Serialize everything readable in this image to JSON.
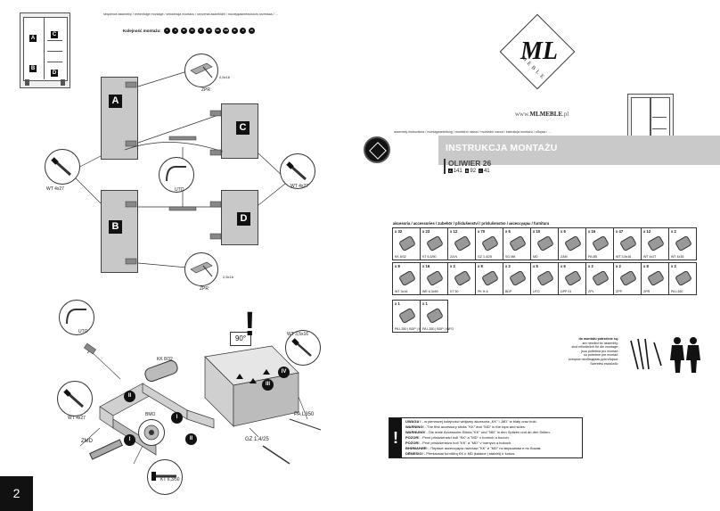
{
  "left_page": {
    "page_number": "2",
    "header_languages": "sequence assembly / reihenfolge montage / sekwencja montazu / secvența asamblării / последовательность монтажа / ... ",
    "header_sequence_label": "Kolejność montażu:",
    "sequence_steps": [
      "1",
      "II",
      "III",
      "IV",
      "V",
      "VI",
      "VII",
      "VIII",
      "IX",
      "X",
      "XI"
    ],
    "cabinet_letters": [
      "A",
      "C",
      "B",
      "D"
    ],
    "panel_labels": {
      "a": "A",
      "b": "B",
      "c": "C",
      "d": "D"
    },
    "callouts": {
      "zpr_top": "ZPR",
      "zpr_top_code": "2,5x16",
      "wt_left": "WT 4x27",
      "wt_right": "WT 4x27",
      "uto": "UTO",
      "zpr_bottom": "ZPR",
      "zpr_bottom_code": "2,5x16",
      "uto2": "UTO",
      "kk": "KK 8/32",
      "wt_lower": "WT 4x27",
      "bmo": "BMO",
      "zmd": "ZMD",
      "kt": "KT 6,3/50",
      "gz": "GZ 1,4/25",
      "pa": "PA L350",
      "wt_screw": "WT 3,5x16",
      "angle": "90°",
      "warning_mark": "!"
    },
    "roman_steps": [
      "II",
      "II",
      "I",
      "I",
      "III",
      "IV"
    ]
  },
  "right_page": {
    "brand_letters": "ML",
    "brand_word": "MEBLE",
    "website_prefix": "www.",
    "website_bold": "MLMEBLE",
    "website_suffix": ".pl",
    "language_line": "assembly instructions / montageanleitung / montážní návod / montažni navod / instrukcja montażu / сборка / ...",
    "title": "INSTRUKCJA MONTAŻU",
    "product_name": "OLIWIER 26",
    "product_codes": [
      {
        "badge": "A",
        "value": "141"
      },
      {
        "badge": "B",
        "value": "92"
      },
      {
        "badge": "C",
        "value": "41"
      }
    ],
    "accessories_header": "akcesoria / accessories / zubehör / příslušenství / príslušenstvo / аксессуары / furnitura",
    "accessories_row1": [
      {
        "qty": "x 32",
        "code": "KK 8/32"
      },
      {
        "qty": "x 23",
        "code": "KT 6,3/50"
      },
      {
        "qty": "x 12",
        "code": "ZA N"
      },
      {
        "qty": "x 70",
        "code": "GZ 1,4/25"
      },
      {
        "qty": "x 6",
        "code": "SG M8"
      },
      {
        "qty": "x 10",
        "code": "MD"
      },
      {
        "qty": "x 6",
        "code": "ZAM"
      },
      {
        "qty": "x 16",
        "code": "PA Ø5"
      },
      {
        "qty": "x 47",
        "code": "WT 3,5x16"
      },
      {
        "qty": "x 12",
        "code": "WT 4x27"
      },
      {
        "qty": "x 2",
        "code": "WT 4x35"
      }
    ],
    "accessories_row2": [
      {
        "qty": "x 8",
        "code": "WT 3x16"
      },
      {
        "qty": "x 16",
        "code": "WE 6,3x50"
      },
      {
        "qty": "x 2",
        "code": "KT 50"
      },
      {
        "qty": "x 8",
        "code": "PK H-6"
      },
      {
        "qty": "x 2",
        "code": "BDP"
      },
      {
        "qty": "x 5",
        "code": "UTO"
      },
      {
        "qty": "x 6",
        "code": "DPP 01"
      },
      {
        "qty": "x 2",
        "code": "ZPL"
      },
      {
        "qty": "x 2",
        "code": "ZPP"
      },
      {
        "qty": "x 8",
        "code": "ZPR"
      },
      {
        "qty": "x 2",
        "code": "PA L350"
      }
    ],
    "accessories_row3": [
      {
        "qty": "x 1",
        "code": "PA L350 | BDP | INFO"
      },
      {
        "qty": "x 1",
        "code": "PA L350 | BDP | INFO"
      }
    ],
    "tools_text": [
      "do montażu potrzebne są:",
      "are needed for assembly:",
      "sind erforderlich für die montage:",
      "jsou potřebná pro montáž:",
      "sú potrebné pre montáž:",
      "которые необходимы для сборки:",
      "Szerelési eszközök:"
    ],
    "warning_icon": "!",
    "warnings": [
      {
        "head": "UWAGA !",
        "text": " - w pierwszej kolejności wbijamy akcesoria „KK\" i „MD\" w blaty oraz boki."
      },
      {
        "head": "WARNING!",
        "text": " - The first accessory sticks \"KK\" and \"MD\" in the tops and sides."
      },
      {
        "head": "WARNUNG!",
        "text": " - Die erste Accessoire-Sticks \"KK\" und \"MD\" in den Spitzen und an den Seiten."
      },
      {
        "head": "POZOR!",
        "text": " - Prvni příslušenství holi \"KK\" a \"MD\" v horních a bocích."
      },
      {
        "head": "POZOR!",
        "text": " - Prvé príslušenstvo holí \"KK\" a \"MD\" v horných a bokoch."
      },
      {
        "head": "ВНИМАНИЕ!",
        "text": " - Первые аксессуары палочки \"KK\" и \"MD\" по вершинам и по бокам."
      },
      {
        "head": "DĖMESIO!",
        "text": " - Pirmiausiai furnitūrą KK ir MD įkalame į stalviršį ir šonus."
      }
    ]
  }
}
